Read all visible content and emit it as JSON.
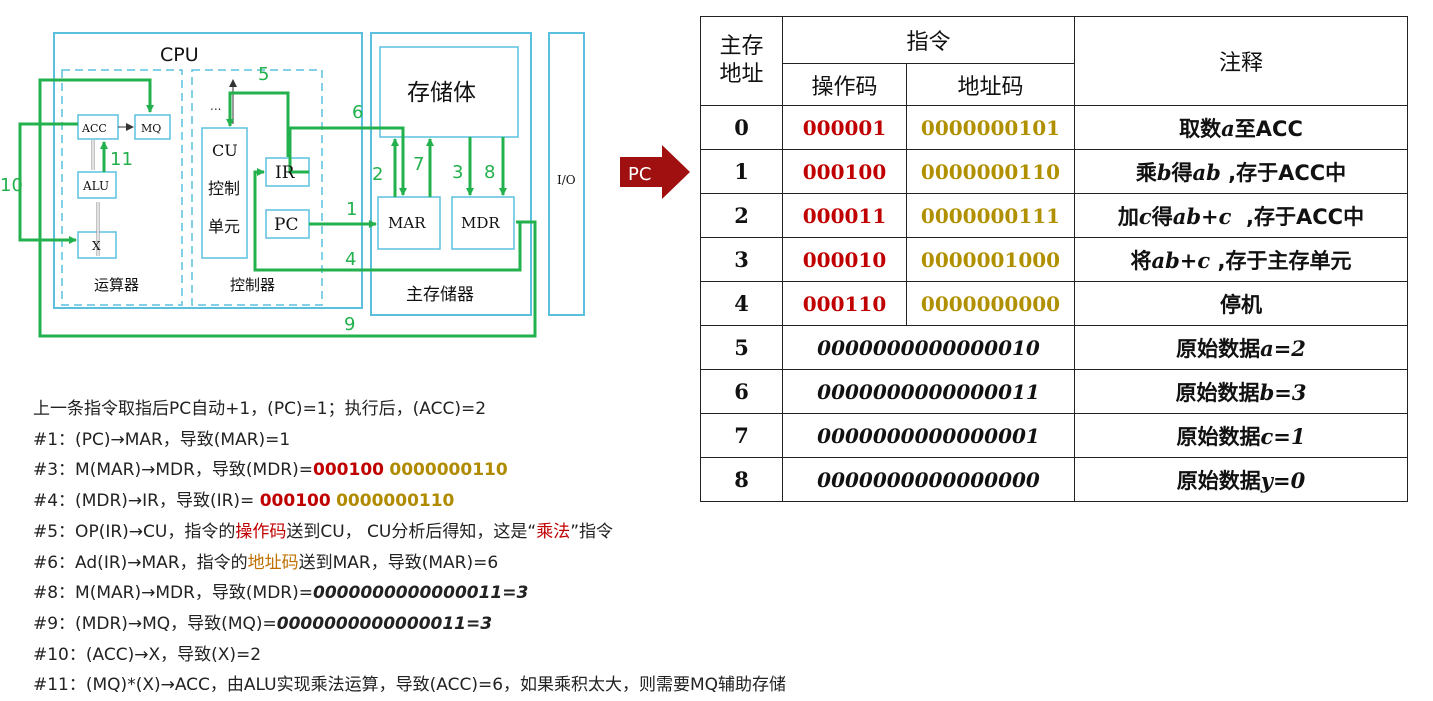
{
  "diagram": {
    "cpu_label": "CPU",
    "alu_group_label": "运算器",
    "ctrl_group_label": "控制器",
    "mem_label": "主存储器",
    "storage_label": "存储体",
    "io_label": "I/O",
    "acc": "ACC",
    "mq": "MQ",
    "alu": "ALU",
    "x": "X",
    "cu_lines": [
      "CU",
      "控制",
      "单元"
    ],
    "dots": "...",
    "ir": "IR",
    "pc": "PC",
    "mar": "MAR",
    "mdr": "MDR",
    "step_numbers": [
      "1",
      "2",
      "3",
      "4",
      "5",
      "6",
      "7",
      "8",
      "9",
      "10",
      "11"
    ],
    "colors": {
      "frame": "#5bc0de",
      "path": "#22b14c",
      "label": "#22b14c"
    }
  },
  "pc_pointer": {
    "label": "PC",
    "color": "#a01010",
    "points_to_row": 1
  },
  "table": {
    "headers": {
      "address": "主存\n地址",
      "instruction": "指令",
      "opcode": "操作码",
      "addrcode": "地址码",
      "note": "注释"
    },
    "instr_rows": [
      {
        "addr": "0",
        "op": "000001",
        "ad": "0000000101",
        "note_parts": [
          "取数",
          "a",
          "至ACC"
        ]
      },
      {
        "addr": "1",
        "op": "000100",
        "ad": "0000000110",
        "note_parts": [
          "乘",
          "b",
          "得",
          "ab",
          " ,存于ACC中"
        ]
      },
      {
        "addr": "2",
        "op": "000011",
        "ad": "0000000111",
        "note_parts": [
          "加",
          "c",
          "得",
          "ab+c",
          "  ,存于ACC中"
        ]
      },
      {
        "addr": "3",
        "op": "000010",
        "ad": "0000001000",
        "note_parts": [
          "将",
          "ab+c",
          " ,存于主存单元"
        ]
      },
      {
        "addr": "4",
        "op": "000110",
        "ad": "0000000000",
        "note_parts": [
          "停机"
        ]
      }
    ],
    "data_rows": [
      {
        "addr": "5",
        "value": "0000000000000010",
        "note_prefix": "原始数据",
        "note_var": "a=2"
      },
      {
        "addr": "6",
        "value": "0000000000000011",
        "note_prefix": "原始数据",
        "note_var": "b=3"
      },
      {
        "addr": "7",
        "value": "0000000000000001",
        "note_prefix": "原始数据",
        "note_var": "c=1"
      },
      {
        "addr": "8",
        "value": "0000000000000000",
        "note_prefix": "原始数据",
        "note_var": "y=0"
      }
    ]
  },
  "steps": {
    "intro": "上一条指令取指后PC自动+1，(PC)=1；执行后，(ACC)=2",
    "s1": "#1：(PC)→MAR，导致(MAR)=1",
    "s3_prefix": "#3：M(MAR)→MDR，导致(MDR)=",
    "s3_op": "000100",
    "s3_ad": "0000000110",
    "s4_prefix": "#4：(MDR)→IR，导致(IR)= ",
    "s4_op": "000100",
    "s4_ad": "0000000110",
    "s5_a": "#5：OP(IR)→CU，指令的",
    "s5_hl1": "操作码",
    "s5_b": "送到CU， CU分析后得知，这是“",
    "s5_hl2": "乘法",
    "s5_c": "”指令",
    "s6_a": "#6：Ad(IR)→MAR，指令的",
    "s6_hl": "地址码",
    "s6_b": "送到MAR，导致(MAR)=6",
    "s8_prefix": "#8：M(MAR)→MDR，导致(MDR)=",
    "s8_val": "0000000000000011=3",
    "s9_prefix": "#9：(MDR)→MQ，导致(MQ)=",
    "s9_val": "0000000000000011=3",
    "s10": "#10：(ACC)→X，导致(X)=2",
    "s11": "#11：(MQ)*(X)→ACC，由ALU实现乘法运算，导致(ACC)=6，如果乘积太大，则需要MQ辅助存储"
  }
}
